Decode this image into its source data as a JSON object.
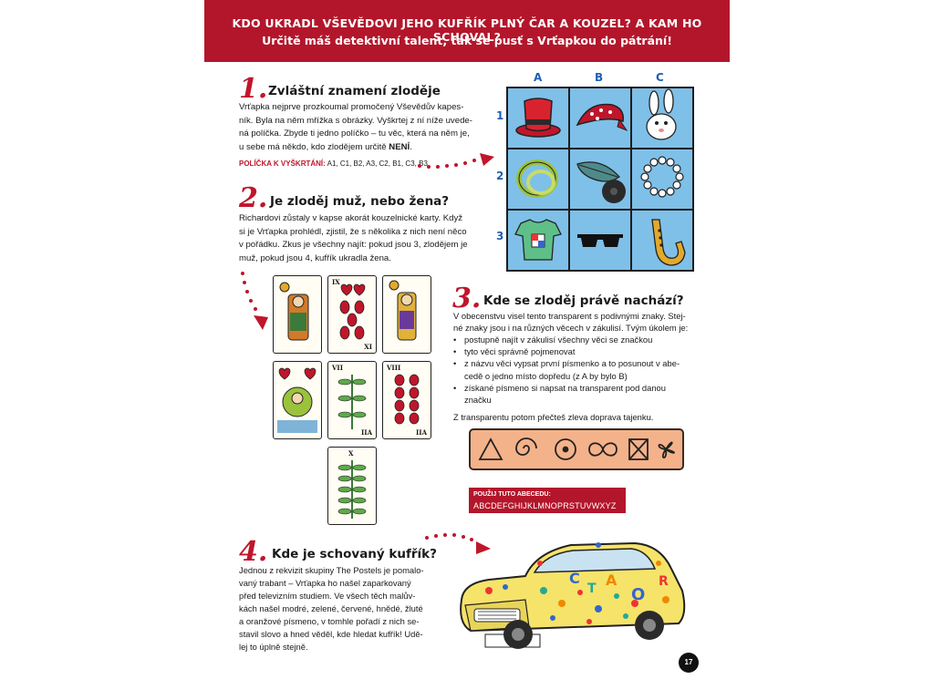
{
  "banner": {
    "line1": "KDO UKRADL VŠEVĚDOVI JEHO KUFŘÍK PLNÝ ČAR A KOUZEL? A KAM HO SCHOVAL?",
    "line2": "Určitě máš detektivní talent, tak se pusť s Vrťapkou do pátrání!"
  },
  "section1": {
    "number": "1.",
    "title": "Zvláštní znamení zloděje",
    "lines": [
      "Vrťapka nejprve prozkoumal promočený Vševědův kapes-",
      "ník. Byla na něm mřížka s obrázky. Vyškrtej z ní níže uvede-",
      "ná políčka. Zbyde ti jedno políčko – tu věc, která na něm je,",
      "u sebe má někdo, kdo zlodějem určitě"
    ],
    "emphasis": "NENÍ",
    "emphasis_end": ".",
    "cross_label": "POLÍČKA K VYŠKRTÁNÍ:",
    "cross_values": "A1, C1, B2, A3, C2, B1, C3, B3"
  },
  "grid": {
    "columns": [
      "A",
      "B",
      "C"
    ],
    "rows": [
      "1",
      "2",
      "3"
    ],
    "cells": [
      [
        "top-hat-icon",
        "bandana-icon",
        "rabbit-icon"
      ],
      [
        "bracelet-icon",
        "feather-icon",
        "pearl-necklace-icon"
      ],
      [
        "tshirt-icon",
        "sunglasses-icon",
        "saxophone-icon"
      ]
    ]
  },
  "section2": {
    "number": "2.",
    "title": "Je zloděj muž, nebo žena?",
    "lines": [
      "Richardovi zůstaly v kapse akorát kouzelnické karty. Když",
      "si je Vrťapka prohlédl, zjistil, že s několika z nich není něco",
      "v pořádku. Zkus je všechny najít: pokud jsou 3, zlodějem je",
      "muž, pokud jsou 4, kufřík ukradla žena."
    ],
    "cards": [
      "IX",
      "",
      "",
      "",
      "VII",
      "VIII",
      "X"
    ],
    "card_corner_labels": [
      "XI",
      "IIA",
      "IIA"
    ]
  },
  "section3": {
    "number": "3.",
    "title": "Kde se zloděj právě nachází?",
    "intro": [
      "V obecenstvu visel tento transparent s podivnými znaky. Stej-",
      "né znaky jsou i na různých věcech v zákulisí. Tvým úkolem je:"
    ],
    "bullets": [
      [
        "postupně najít v zákulisí všechny věci se značkou"
      ],
      [
        "tyto věci správně pojmenovat"
      ],
      [
        "z názvu věci vypsat první písmenko a to posunout v abe-",
        "cedě o jedno místo dopředu (z A by bylo B)"
      ],
      [
        "získané písmeno si napsat na transparent pod danou",
        "značku"
      ]
    ],
    "outro": "Z transparentu potom přečteš zleva doprava tajenku.",
    "symbols": [
      "triangle-icon",
      "spiral-icon",
      "circled-dot-icon",
      "infinity-icon",
      "crossed-box-icon",
      "clover-icon"
    ],
    "alphabet_label": "POUŽIJ TUTO ABECEDU:",
    "alphabet": "ABCDEFGHIJKLMNOPRSTUVWXYZ"
  },
  "section4": {
    "number": "4.",
    "title": "Kde je schovaný kufřík?",
    "lines": [
      "Jednou z rekvizit skupiny The Postels je pomalo-",
      "vaný trabant – Vrťapka ho našel zaparkovaný",
      "před televizním studiem. Ve všech těch malův-",
      "kách našel modré, zelené, červené, hnědé, žluté",
      "a oranžové písmeno, v tomhle pořadí z nich se-",
      "stavil slovo a hned věděl, kde hledat kufřík! Udě-",
      "lej to úplně stejně."
    ],
    "car_letters": [
      "R",
      "O",
      "C",
      "A",
      "T"
    ]
  },
  "page_number": "17",
  "colors": {
    "accent": "#b3162b",
    "grid_cell": "#7fc0e8",
    "transparent_bg": "#f4b28a"
  }
}
